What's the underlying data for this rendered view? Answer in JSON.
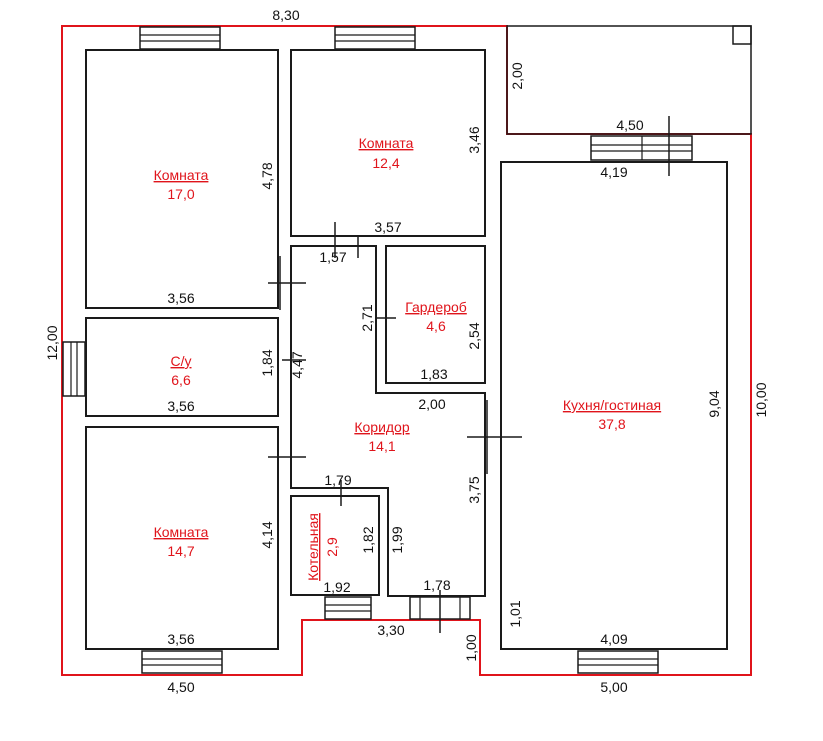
{
  "rooms": {
    "room1": {
      "name": "Комната",
      "area": "17,0"
    },
    "room2": {
      "name": "Комната",
      "area": "12,4"
    },
    "wardrobe": {
      "name": "Гардероб",
      "area": "4,6"
    },
    "wc": {
      "name": "С/у",
      "area": "6,6"
    },
    "corridor": {
      "name": "Коридор",
      "area": "14,1"
    },
    "kitchen": {
      "name": "Кухня/гостиная",
      "area": "37,8"
    },
    "room3": {
      "name": "Комната",
      "area": "14,7"
    },
    "boiler": {
      "name": "Котельная",
      "area": "2,9"
    }
  },
  "dims": {
    "top_total": "8,30",
    "left_total": "12,00",
    "right_total": "10,00",
    "bottom_left": "4,50",
    "bottom_right": "5,00",
    "terrace_h": "2,00",
    "terrace_w": "4,50",
    "kitchen_top": "4,19",
    "kitchen_h": "9,04",
    "kitchen_bottom": "4,09",
    "kitchen_door": "1,01",
    "room1_h": "4,78",
    "room1_w": "3,56",
    "room2_h": "3,46",
    "room2_w": "3,57",
    "corr_top": "1,57",
    "ward_h1": "2,71",
    "ward_h2": "2,54",
    "ward_w": "1,83",
    "corr_mid": "2,00",
    "wc_h1": "1,84",
    "wc_h2": "4,47",
    "wc_w": "3,56",
    "corr_right": "3,75",
    "boil_top": "1,79",
    "boil_h": "1,82",
    "corr_low": "1,99",
    "boil_w": "1,92",
    "hall_w": "1,78",
    "porch_w": "3,30",
    "porch_h": "1,00",
    "room3_h": "4,14",
    "room3_w": "3,56"
  },
  "colors": {
    "outline": "#e0141b",
    "wall": "#1a1a1a",
    "label": "#e0141b"
  }
}
